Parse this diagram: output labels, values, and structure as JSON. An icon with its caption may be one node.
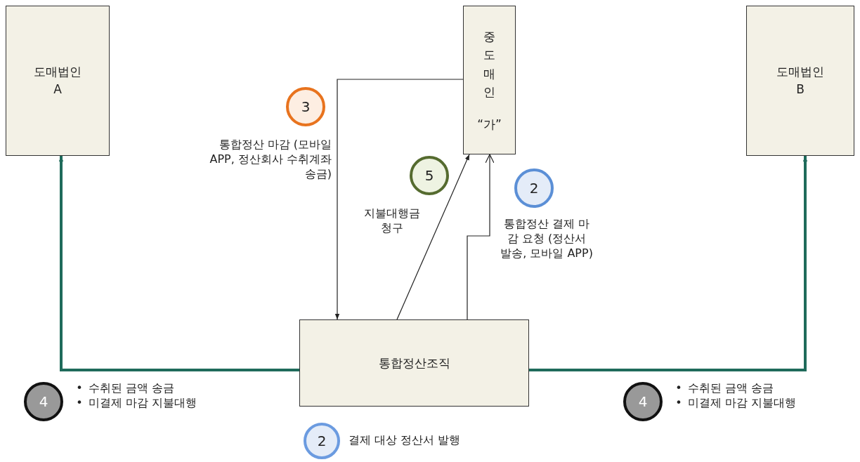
{
  "diagram": {
    "nodes": [
      {
        "text": [
          "도매법인 A"
        ]
      },
      {
        "text": [
          "중도매인",
          "“가”"
        ]
      },
      {
        "text": [
          "도매법인 B"
        ]
      },
      {
        "text": [
          "3"
        ],
        "beside": [
          "통합정산 마감 (모바일 APP, 정산회사 수취계좌 송금)"
        ]
      },
      {
        "text": [
          "5"
        ],
        "beside": [
          "지불대행금 청구"
        ]
      },
      {
        "text": [
          "2"
        ],
        "beside": [
          "통합정산 결제 마감 요청 (정산서 발송, 모바일 APP)"
        ]
      },
      {
        "text": [
          "통합정산조직"
        ]
      },
      {
        "text": [
          "4"
        ],
        "beside": [
          "•",
          "수취된 금액 송금",
          "•",
          "미결제 마감 지불대행"
        ]
      },
      {
        "text": [
          "4"
        ],
        "beside": [
          "•",
          "수취된 금액 송금",
          "•",
          "미결제 마감 지불대행"
        ]
      },
      {
        "text": [
          "2"
        ],
        "beside": [
          "결제 대상 정산서 발행"
        ]
      }
    ],
    "edges": [
      {
        "from": 1,
        "to": 6,
        "arrow": "to"
      },
      {
        "from": 6,
        "to": 1,
        "arrow": "to"
      },
      {
        "from": 6,
        "to": 1,
        "arrow": "to"
      },
      {
        "from": 6,
        "to": 0,
        "arrow": "to",
        "style": "thick",
        "color": "#1f6b5b"
      },
      {
        "from": 6,
        "to": 2,
        "arrow": "to",
        "style": "thick",
        "color": "#1f6b5b"
      }
    ]
  }
}
